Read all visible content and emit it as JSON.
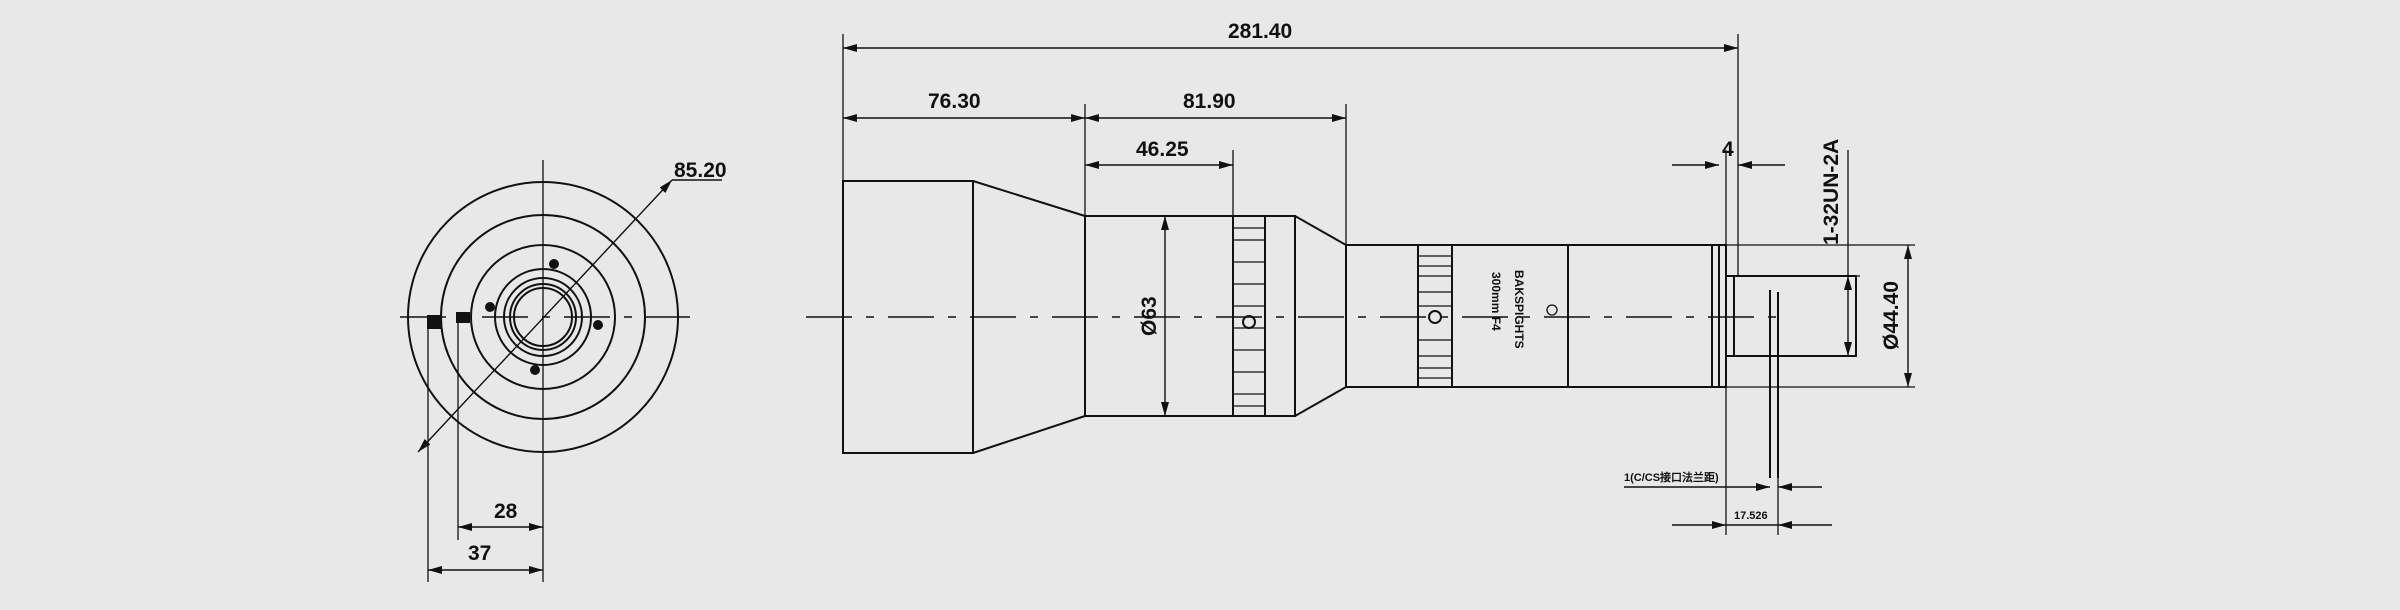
{
  "drawing": {
    "dimensions": {
      "overall_length": "281.40",
      "front_length": "76.30",
      "middle_length": "81.90",
      "ring_offset": "46.25",
      "body_diameter": "Ø63",
      "front_diameter": "85.20",
      "mount_gap": "4",
      "thread_spec": "1-32UN-2A",
      "mount_diameter": "Ø44.40",
      "flange_distance": "17.526",
      "side_offset_28": "28",
      "side_offset_37": "37"
    },
    "labels": {
      "brand": "BAKSPIGHTS",
      "lens_spec": "300mm F4",
      "flange_note": "1(C/CS接口法兰距)"
    },
    "colors": {
      "background": "#e8e8e8",
      "line": "#111111"
    }
  }
}
